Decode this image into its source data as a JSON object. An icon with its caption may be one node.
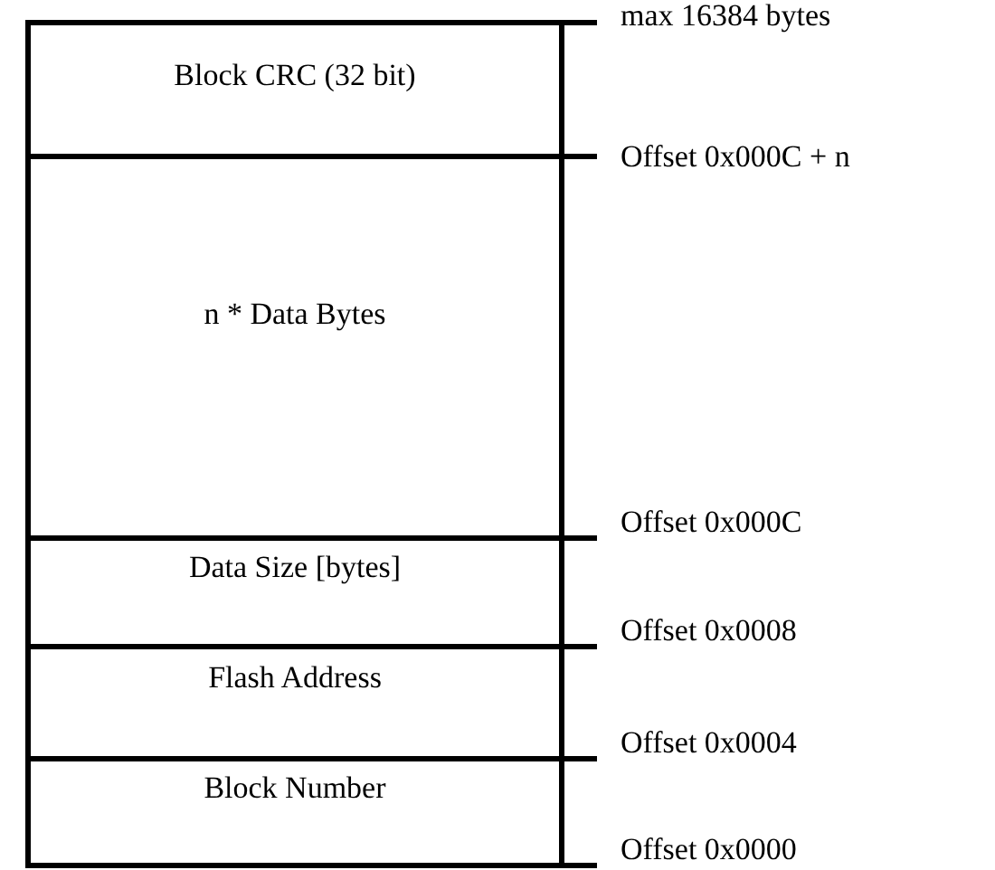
{
  "diagram": {
    "nodes": [
      {
        "text": [
          "Block CRC (32 bit)"
        ],
        "beside": [
          "max 16384 bytes",
          "Offset 0x000C + n"
        ]
      },
      {
        "text": [
          "n * Data Bytes"
        ],
        "beside": [
          "Offset 0x000C"
        ]
      },
      {
        "text": [
          "Data Size [bytes]"
        ],
        "beside": [
          "Offset 0x0008"
        ]
      },
      {
        "text": [
          "Flash Address"
        ],
        "beside": [
          "Offset 0x0004"
        ]
      },
      {
        "text": [
          "Block Number"
        ],
        "beside": [
          "Offset 0x0000"
        ]
      }
    ]
  }
}
